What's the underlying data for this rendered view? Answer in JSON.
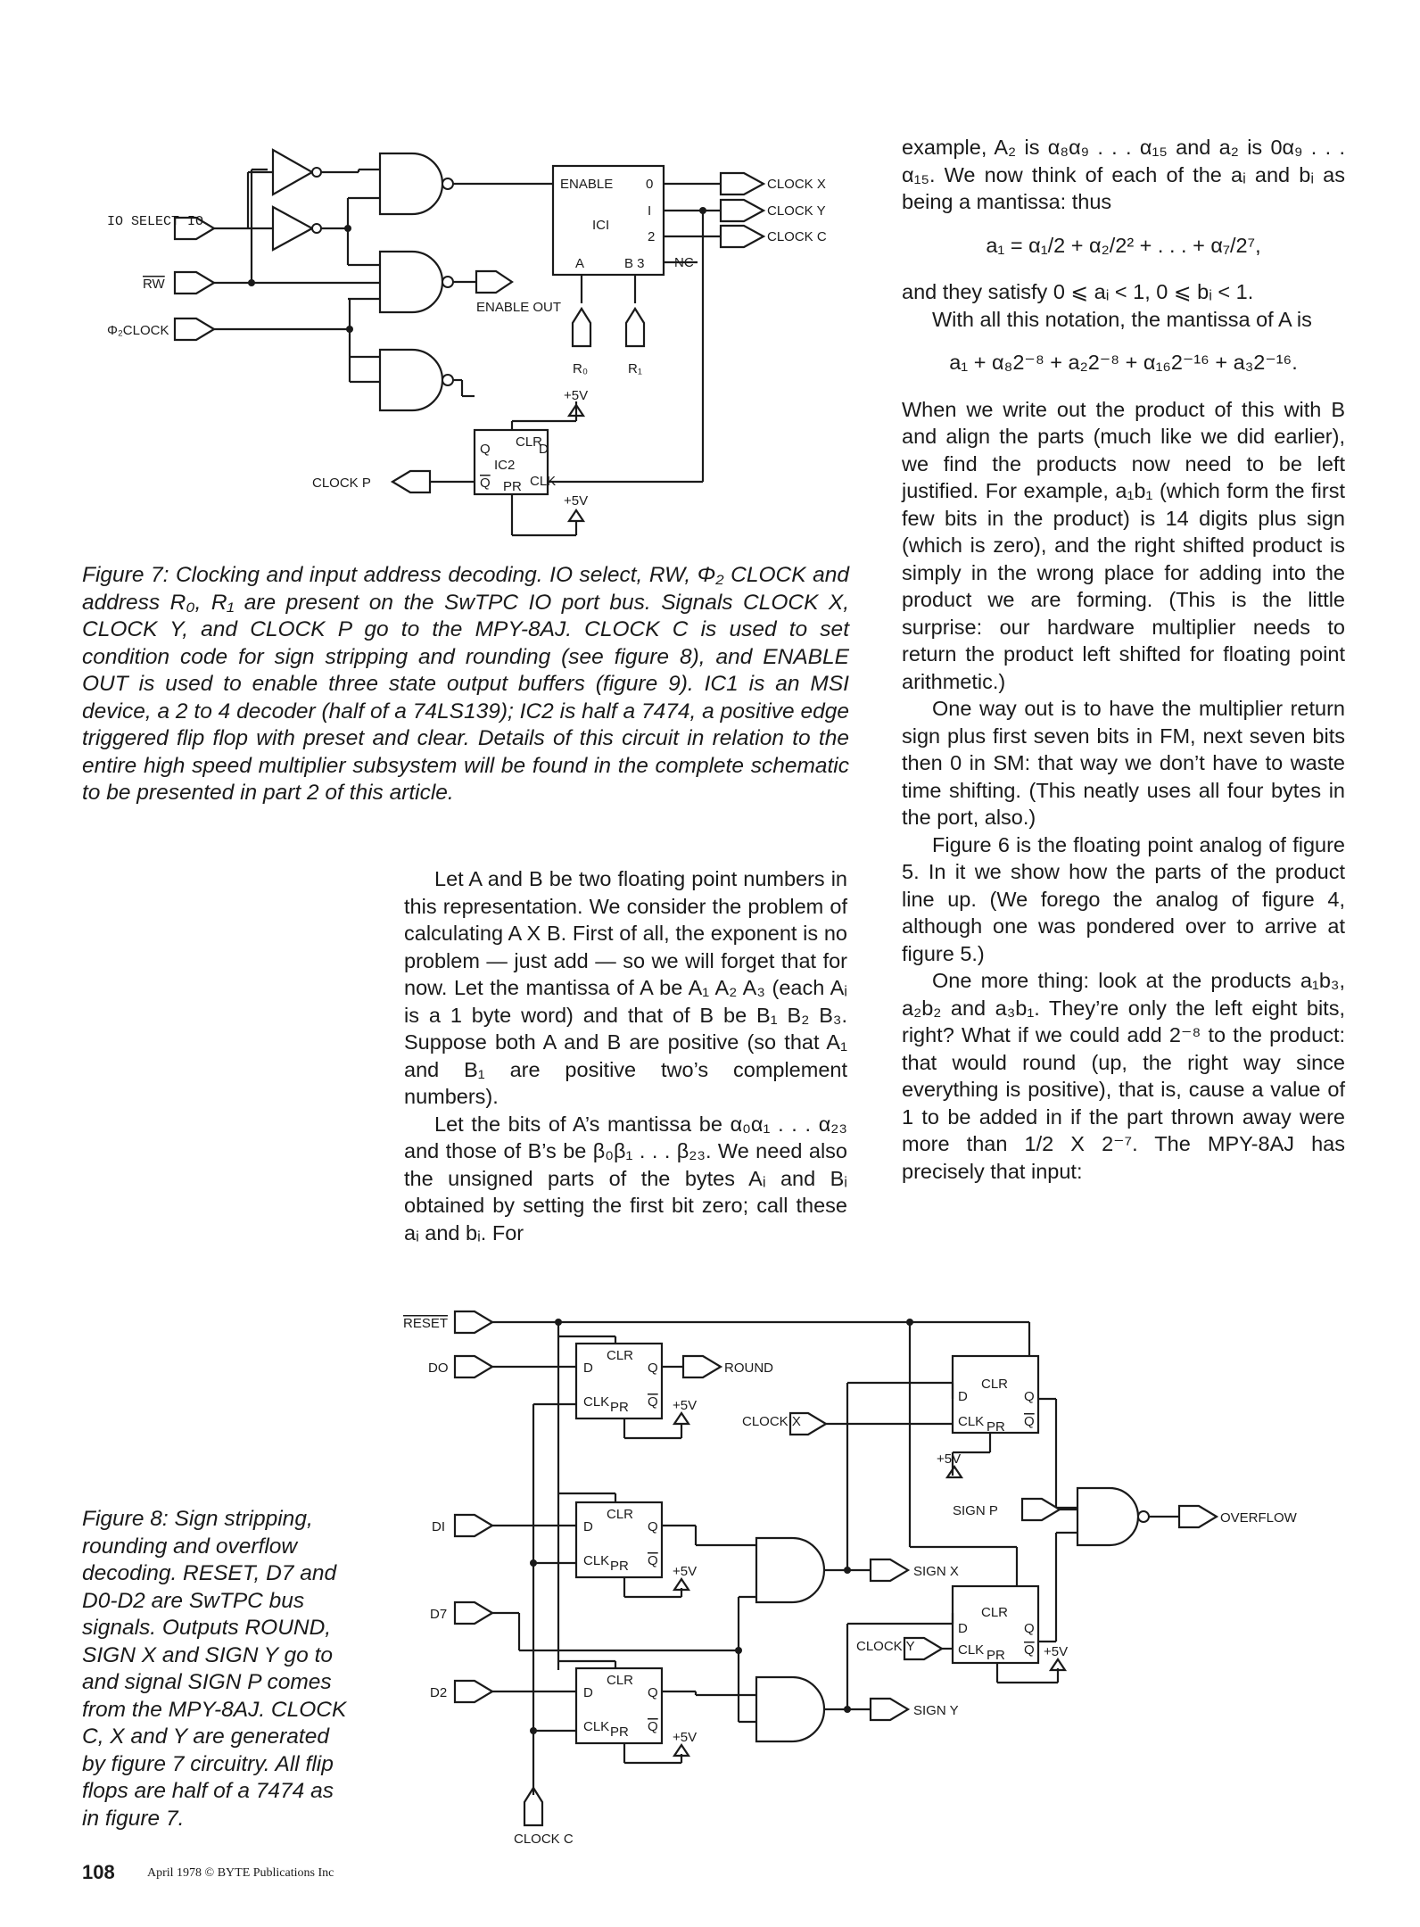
{
  "fig7": {
    "labels": {
      "io_select": "IO SELECT IO",
      "rw": "RW",
      "phi2clock": "Φ₂CLOCK",
      "clock_p": "CLOCK P",
      "enable_out": "ENABLE OUT",
      "ic1": "ICI",
      "enable": "ENABLE",
      "clock_x": "CLOCK X",
      "clock_y": "CLOCK Y",
      "clock_c": "CLOCK C",
      "nc": "NC",
      "r0": "R₀",
      "r1": "R₁",
      "plus5v": "+5V",
      "ic2": "IC2"
    },
    "caption": "Figure 7: Clocking and input address decoding. IO select, RW, Φ₂ CLOCK and address R₀, R₁ are present on the SwTPC IO port bus. Signals CLOCK X, CLOCK Y, and CLOCK P go to the MPY-8AJ. CLOCK C is used to set condition code for sign stripping and rounding (see figure 8), and ENABLE OUT is used to enable three state output buffers (figure 9). IC1 is an MSI device, a 2 to 4 decoder (half of a 74LS139); IC2 is half a 7474, a positive edge triggered flip flop with preset and clear. Details of this circuit in relation to the entire high speed multiplier subsystem will be found in the complete schematic to be presented in part 2 of this article."
  },
  "fig8": {
    "labels": {
      "reset": "RESET",
      "d0": "DO",
      "d1": "DI",
      "d7": "D7",
      "d2": "D2",
      "round": "ROUND",
      "clock_x": "CLOCK X",
      "clock_y": "CLOCK Y",
      "clock_c": "CLOCK C",
      "sign_p": "SIGN P",
      "sign_x": "SIGN X",
      "sign_y": "SIGN Y",
      "overflow": "OVERFLOW",
      "plus5v": "+5V"
    },
    "caption": "Figure 8: Sign stripping, rounding and overflow decoding. RESET, D7 and D0-D2 are SwTPC bus signals. Outputs ROUND, SIGN X and SIGN Y go to and signal SIGN P comes from the MPY-8AJ. CLOCK C, X and Y are generated by figure 7 circuitry. All flip flops are half of a 7474 as in figure 7."
  },
  "middle_column": {
    "p1": "Let A and B be two floating point numbers in this representation. We consider the problem of calculating A X B. First of all, the exponent is no problem — just add — so we will forget that for now. Let the mantissa of A be A₁ A₂ A₃ (each Aᵢ is a 1 byte word) and that of B be B₁ B₂ B₃. Suppose both A and B are positive (so that A₁ and B₁ are positive two’s complement numbers).",
    "p2": "Let the bits of A’s mantissa be α₀α₁ . . . α₂₃ and those of B’s be β₀β₁ . . . β₂₃. We need also the unsigned parts of the bytes Aᵢ and Bᵢ obtained by setting the first bit zero; call these aᵢ and bᵢ. For"
  },
  "right_column": {
    "p1": "example, A₂ is α₈α₉ . . . α₁₅ and a₂ is 0α₉ . . . α₁₅. We now think of each of the aᵢ and bᵢ as being a mantissa: thus",
    "formula1": "a₁ = α₁/2 + α₂/2² + . . . + α₇/2⁷,",
    "p2": "and they satisfy 0 ⩽ aᵢ < 1, 0 ⩽ bᵢ < 1.",
    "p3": "With all this notation, the mantissa of A is",
    "formula2": "a₁ + α₈2⁻⁸ + a₂2⁻⁸ + α₁₆2⁻¹⁶ + a₃2⁻¹⁶.",
    "p4": "When we write out the product of this with B and align the parts (much like we did earlier), we find the products now need to be left justified. For example, a₁b₁ (which form the first few bits in the product) is 14 digits plus sign (which is zero), and the right shifted product is simply in the wrong place for adding into the product we are forming. (This is the little surprise: our hardware multiplier needs to return the product left shifted for floating point arithmetic.)",
    "p5": "One way out is to have the multiplier return sign plus first seven bits in FM, next seven bits then 0 in SM: that way we don’t have to waste time shifting. (This neatly uses all four bytes in the port, also.)",
    "p6": "Figure 6 is the floating point analog of figure 5. In it we show how the parts of the product line up. (We forego the analog of figure 4, although one was pondered over to arrive at figure 5.)",
    "p7": "One more thing: look at the products a₁b₃, a₂b₂ and a₃b₁. They’re only the left eight bits, right? What if we could add 2⁻⁸ to the product: that would round (up, the right way since everything is positive), that is, cause a value of 1 to be added in if the part thrown away were more than 1/2 X 2⁻⁷. The MPY-8AJ has precisely that input:"
  },
  "footer": {
    "page_number": "108",
    "imprint": "April 1978 © BYTE Publications Inc"
  }
}
